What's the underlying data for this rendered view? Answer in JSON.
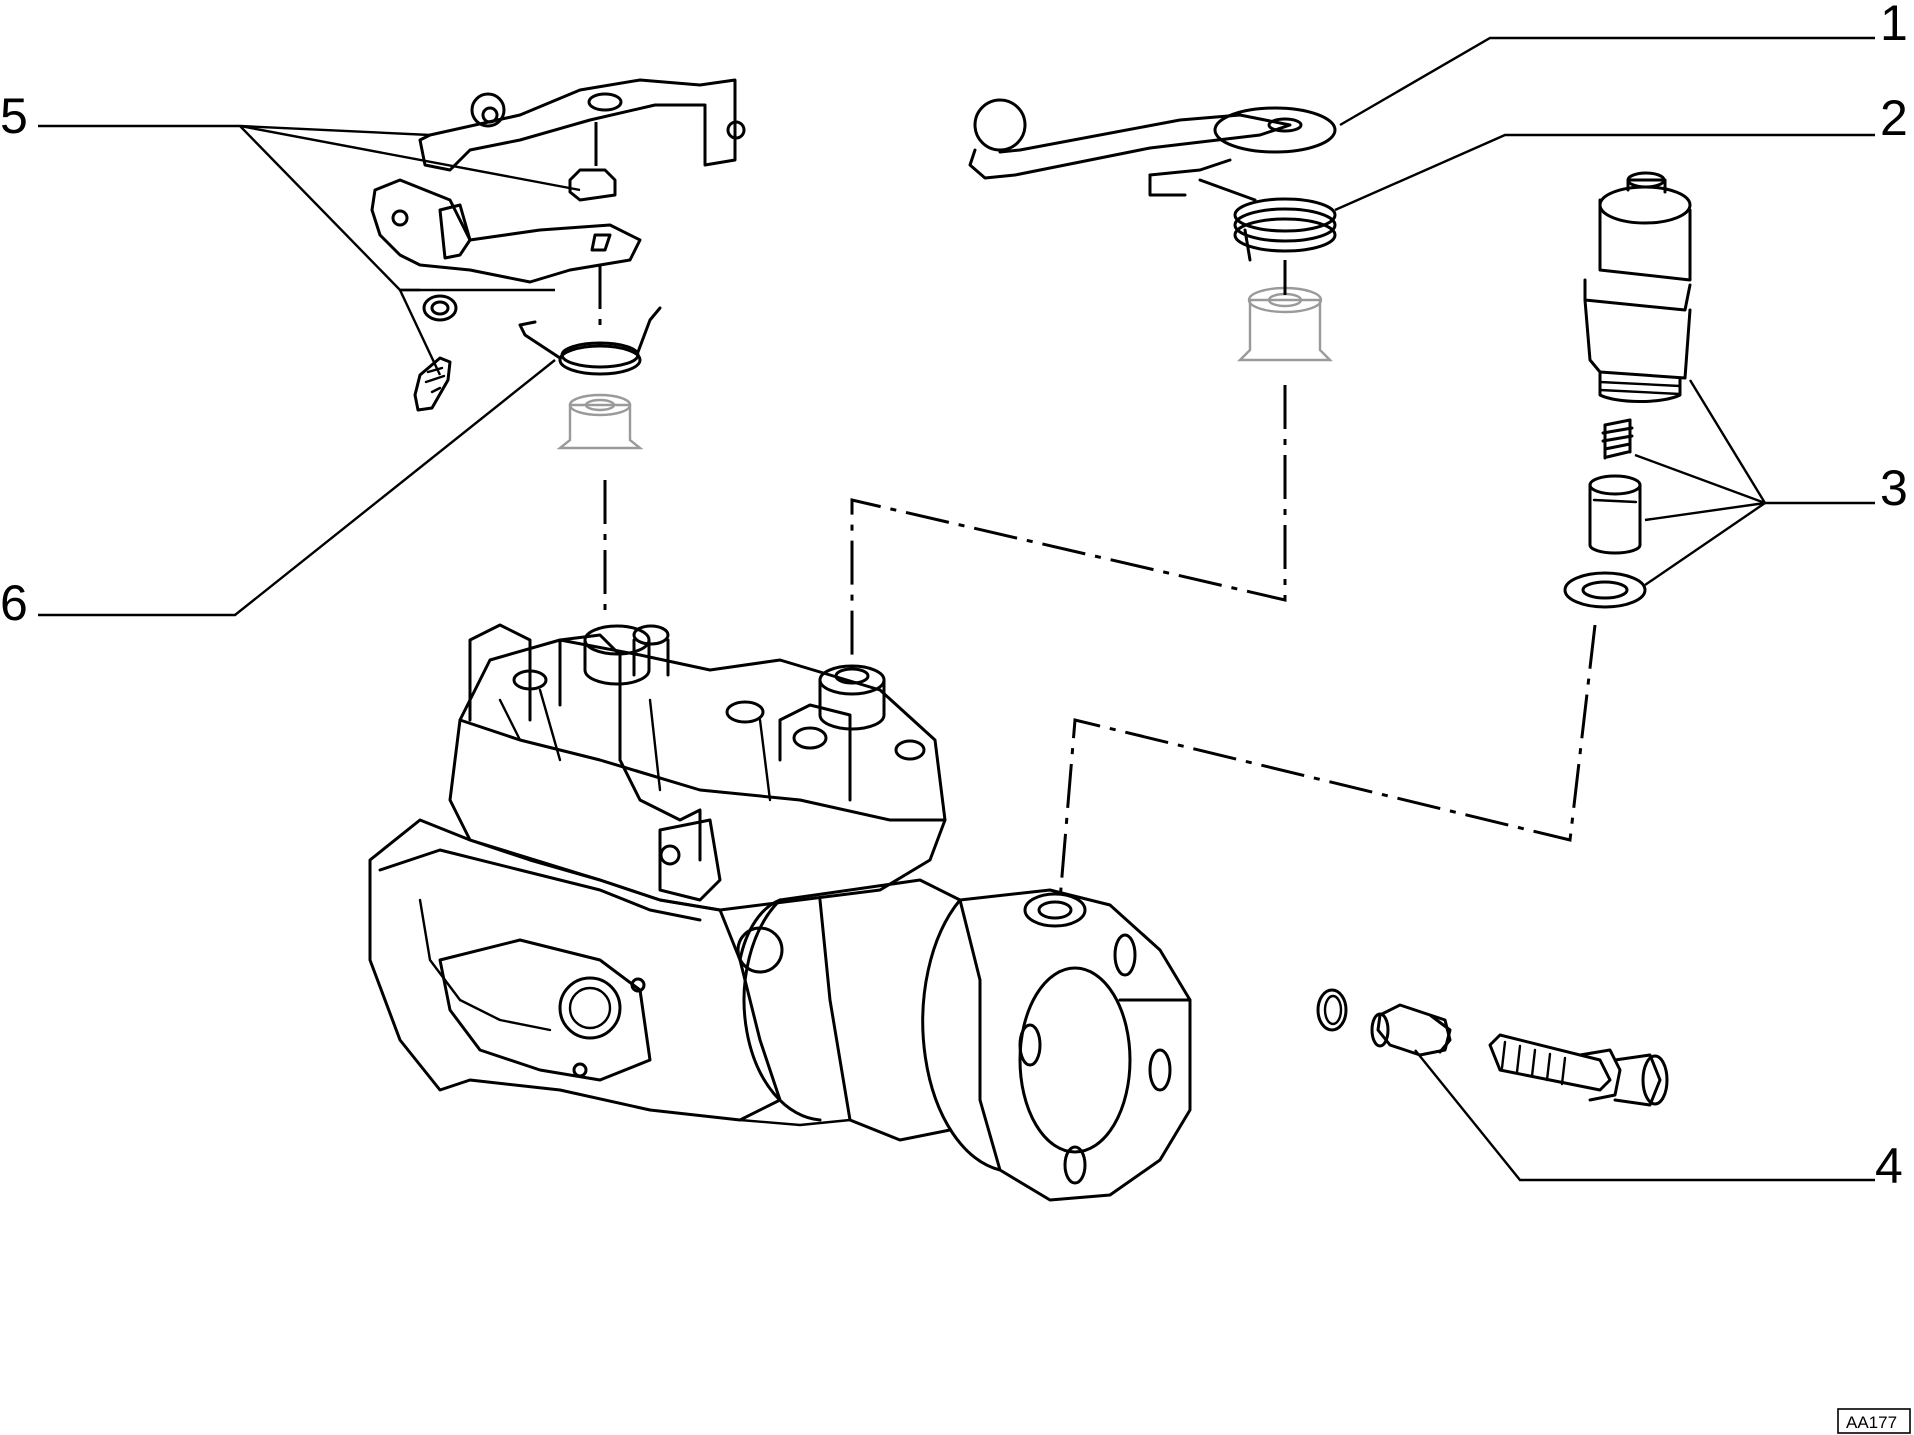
{
  "callouts": {
    "c1": "1",
    "c2": "2",
    "c3": "3",
    "c4": "4",
    "c5": "5",
    "c6": "6"
  },
  "drawing_code": "AA177"
}
